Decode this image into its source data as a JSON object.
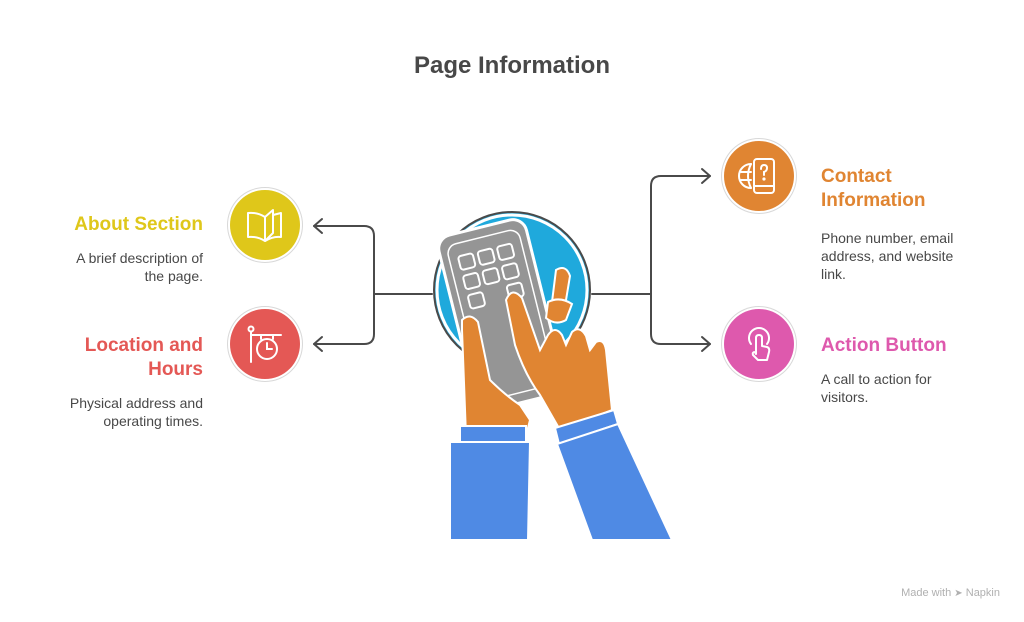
{
  "title": "Page Information",
  "items": [
    {
      "heading": "About Section",
      "description_lines": [
        "A brief description of",
        "the page."
      ],
      "icon": "open-book-icon",
      "color": "#dfc71a"
    },
    {
      "heading_lines": [
        "Location and",
        "Hours"
      ],
      "description_lines": [
        "Physical address and",
        "operating times."
      ],
      "icon": "hanging-sign-clock-icon",
      "color": "#e45855"
    },
    {
      "heading_lines": [
        "Contact",
        "Information"
      ],
      "description_lines": [
        "Phone number, email",
        "address, and website",
        "link."
      ],
      "icon": "globe-phone-question-icon",
      "color": "#e08532"
    },
    {
      "heading": "Action Button",
      "description_lines": [
        "A call to action for",
        "visitors."
      ],
      "icon": "tap-finger-icon",
      "color": "#de59ad"
    }
  ],
  "center": {
    "icon": "hands-holding-keypad-icon",
    "circle_color": "#1fa9dc",
    "device_color": "#959595",
    "skin_color": "#e08532",
    "sleeve_color": "#4f8ae4"
  },
  "connector_color": "#4a4a4a",
  "footer": {
    "made_with": "Made with",
    "brand": "Napkin"
  }
}
